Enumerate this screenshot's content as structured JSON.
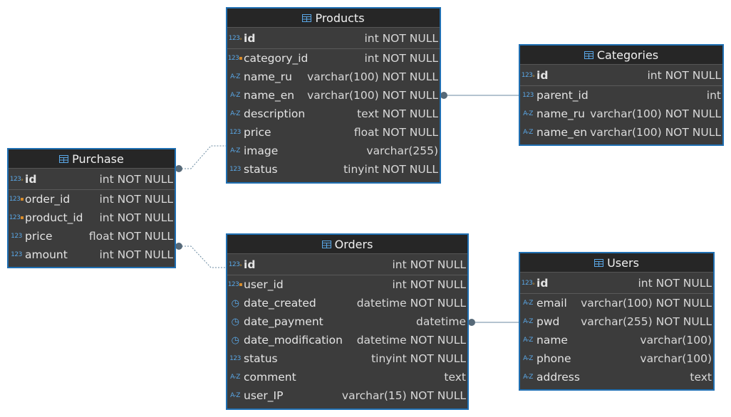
{
  "tables": {
    "products": {
      "title": "Products",
      "columns": [
        {
          "name": "id",
          "type": "int NOT NULL",
          "icon": "123-key-icon"
        },
        {
          "name": "category_id",
          "type": "int NOT NULL",
          "icon": "123-fk-icon"
        },
        {
          "name": "name_ru",
          "type": "varchar(100) NOT NULL",
          "icon": "az-icon"
        },
        {
          "name": "name_en",
          "type": "varchar(100) NOT NULL",
          "icon": "az-icon"
        },
        {
          "name": "description",
          "type": "text NOT NULL",
          "icon": "az-icon"
        },
        {
          "name": "price",
          "type": "float NOT NULL",
          "icon": "123-icon"
        },
        {
          "name": "image",
          "type": "varchar(255)",
          "icon": "az-icon"
        },
        {
          "name": "status",
          "type": "tinyint NOT NULL",
          "icon": "123-icon"
        }
      ]
    },
    "categories": {
      "title": "Categories",
      "columns": [
        {
          "name": "id",
          "type": "int NOT NULL",
          "icon": "123-key-icon"
        },
        {
          "name": "parent_id",
          "type": "int",
          "icon": "123-icon"
        },
        {
          "name": "name_ru",
          "type": "varchar(100) NOT NULL",
          "icon": "az-icon"
        },
        {
          "name": "name_en",
          "type": "varchar(100) NOT NULL",
          "icon": "az-icon"
        }
      ]
    },
    "purchase": {
      "title": "Purchase",
      "columns": [
        {
          "name": "id",
          "type": "int NOT NULL",
          "icon": "123-key-icon"
        },
        {
          "name": "order_id",
          "type": "int NOT NULL",
          "icon": "123-fk-icon"
        },
        {
          "name": "product_id",
          "type": "int NOT NULL",
          "icon": "123-fk-icon"
        },
        {
          "name": "price",
          "type": "float NOT NULL",
          "icon": "123-icon"
        },
        {
          "name": "amount",
          "type": "int NOT NULL",
          "icon": "123-icon"
        }
      ]
    },
    "orders": {
      "title": "Orders",
      "columns": [
        {
          "name": "id",
          "type": "int NOT NULL",
          "icon": "123-key-icon"
        },
        {
          "name": "user_id",
          "type": "int NOT NULL",
          "icon": "123-fk-icon"
        },
        {
          "name": "date_created",
          "type": "datetime NOT NULL",
          "icon": "clock-icon"
        },
        {
          "name": "date_payment",
          "type": "datetime",
          "icon": "clock-icon"
        },
        {
          "name": "date_modification",
          "type": "datetime NOT NULL",
          "icon": "clock-icon"
        },
        {
          "name": "status",
          "type": "tinyint NOT NULL",
          "icon": "123-icon"
        },
        {
          "name": "comment",
          "type": "text",
          "icon": "az-icon"
        },
        {
          "name": "user_IP",
          "type": "varchar(15) NOT NULL",
          "icon": "az-icon"
        }
      ]
    },
    "users": {
      "title": "Users",
      "columns": [
        {
          "name": "id",
          "type": "int NOT NULL",
          "icon": "123-key-icon"
        },
        {
          "name": "email",
          "type": "varchar(100) NOT NULL",
          "icon": "az-icon"
        },
        {
          "name": "pwd",
          "type": "varchar(255) NOT NULL",
          "icon": "az-icon"
        },
        {
          "name": "name",
          "type": "varchar(100)",
          "icon": "az-icon"
        },
        {
          "name": "phone",
          "type": "varchar(100)",
          "icon": "az-icon"
        },
        {
          "name": "address",
          "type": "text",
          "icon": "az-icon"
        }
      ]
    }
  },
  "relationships": [
    {
      "from": "products",
      "to": "categories"
    },
    {
      "from": "purchase",
      "to": "products"
    },
    {
      "from": "purchase",
      "to": "orders"
    },
    {
      "from": "orders",
      "to": "users"
    }
  ],
  "colors": {
    "header": "#262626",
    "body": "#3c3c3c",
    "border": "#1f6fb2",
    "icon": "#5aa7e6",
    "link": "#6a8aa0"
  }
}
